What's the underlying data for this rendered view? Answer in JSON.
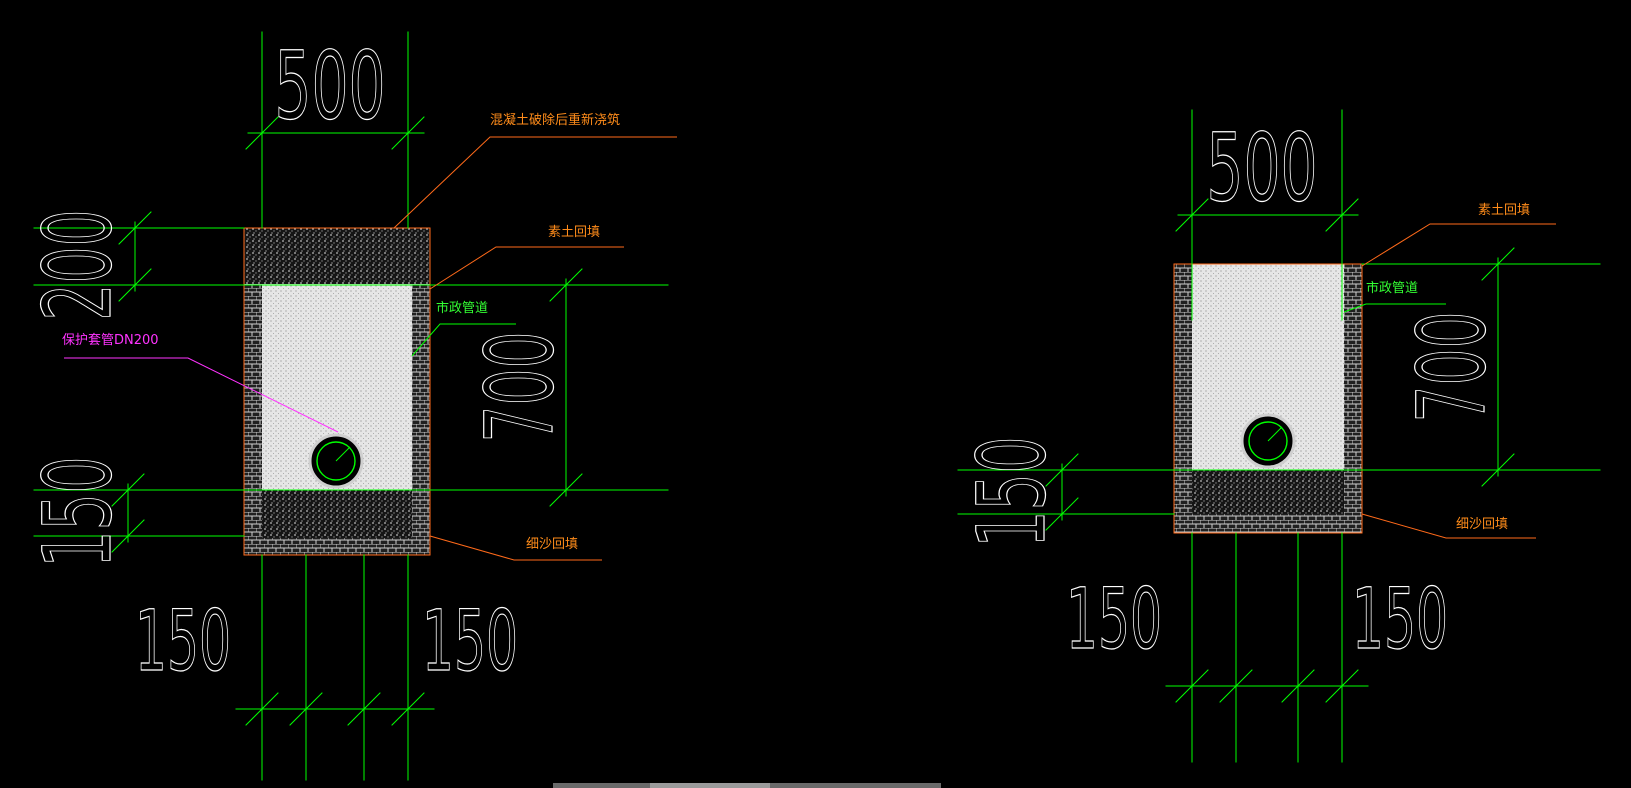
{
  "colors": {
    "background": "#000000",
    "dimension_line": "#00ff00",
    "dimension_text": "#ffffff",
    "leader_orange": "#ff6a1a",
    "label_orange": "#ff8c1a",
    "label_green": "#33ff33",
    "leader_magenta": "#ff33ff",
    "label_magenta": "#ff33ff"
  },
  "left_detail": {
    "dimensions": {
      "width": "500",
      "top_layer": "200",
      "trench_depth": "700",
      "bottom_layer": "150",
      "left_wall": "150",
      "right_wall": "150"
    },
    "labels": {
      "concrete_repour": "混凝土破除后重新浇筑",
      "plain_soil_backfill": "素土回填",
      "municipal_pipe": "市政管道",
      "protective_sleeve": "保护套管DN200",
      "fine_sand_backfill": "细沙回填"
    }
  },
  "right_detail": {
    "dimensions": {
      "width": "500",
      "trench_depth": "700",
      "bottom_layer": "150",
      "left_wall": "150",
      "right_wall": "150"
    },
    "labels": {
      "plain_soil_backfill": "素土回填",
      "municipal_pipe": "市政管道",
      "fine_sand_backfill": "细沙回填"
    }
  }
}
